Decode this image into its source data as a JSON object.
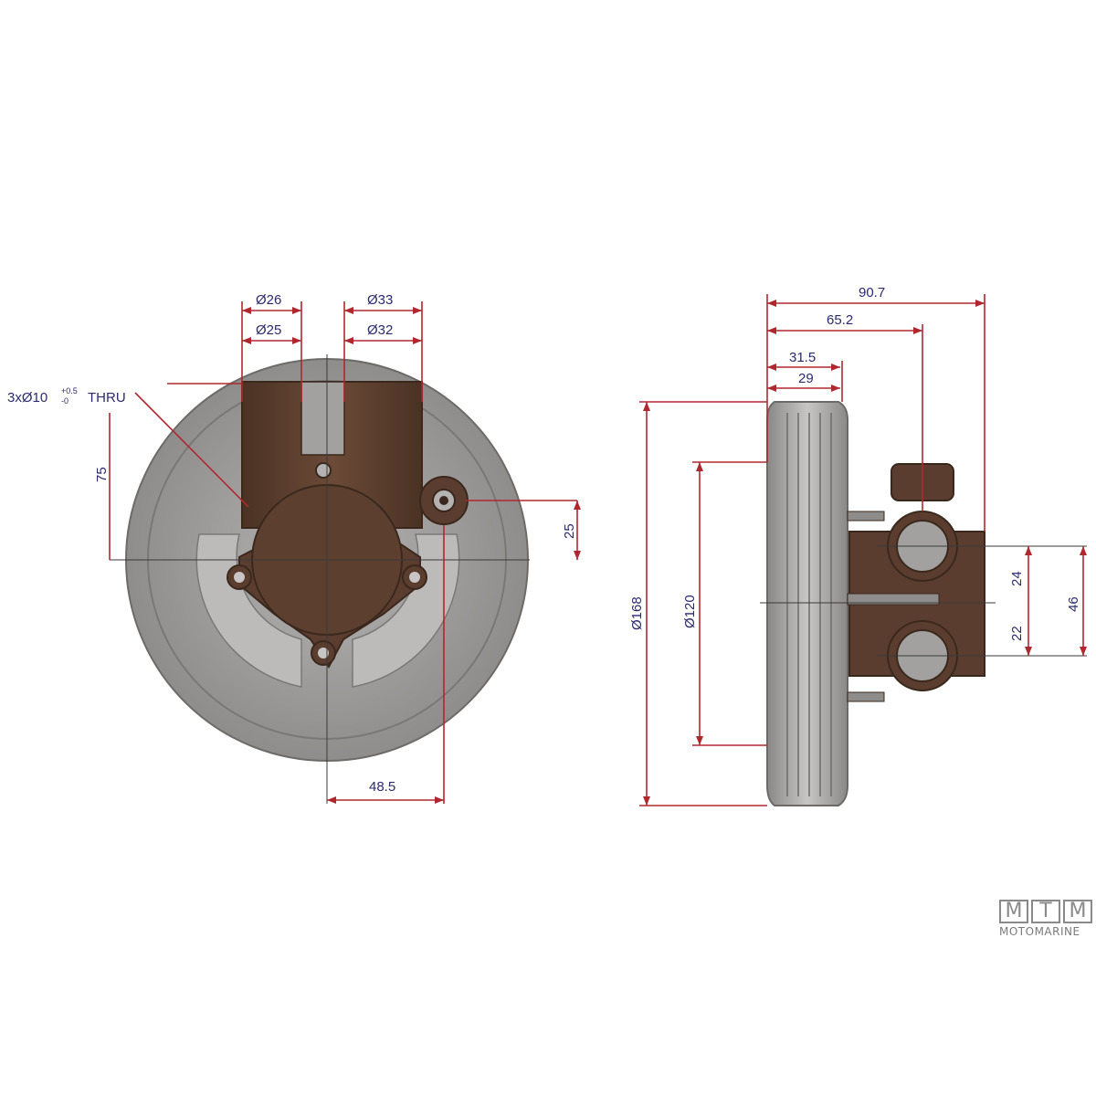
{
  "front_view": {
    "dimensions": {
      "bore_26": "Ø26",
      "bore_25": "Ø25",
      "bore_33": "Ø33",
      "bore_32": "Ø32",
      "hole_callout_prefix": "3xØ10",
      "hole_tol_upper": "+0.5",
      "hole_tol_lower": "-0",
      "hole_callout_suffix": "THRU",
      "height_75": "75",
      "offset_25": "25",
      "offset_48_5": "48.5"
    }
  },
  "side_view": {
    "dimensions": {
      "length_90_7": "90.7",
      "length_65_2": "65.2",
      "length_31_5": "31.5",
      "length_29": "29",
      "dia_168": "Ø168",
      "dia_120": "Ø120",
      "port_24": "24",
      "port_22": "22",
      "port_46": "46"
    }
  },
  "logo": {
    "letters": [
      "M",
      "T",
      "M"
    ],
    "brand": "MOTOMARINE"
  },
  "colors": {
    "dimension_line": "#b0282e",
    "dimension_text": "#2b2b6e",
    "pulley": "#a3a1a0",
    "pump_body": "#5a3d2e"
  }
}
